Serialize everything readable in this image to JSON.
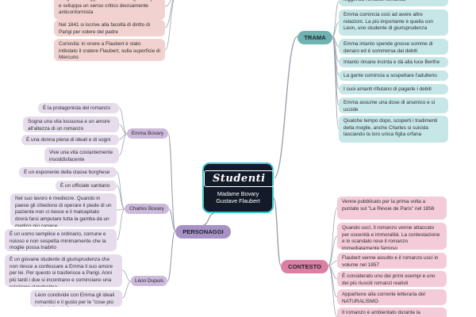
{
  "center": {
    "logo": "Studenti",
    "line1": "Madame Bovary",
    "line2": "Gustave Flaubert"
  },
  "author_notes": [
    "Da giovane legge Balzac, Montaigne e Byron e sviluppa un senso critico decisamente anticonformista",
    "Nel 1841 si iscrive alla facoltà di diritto di Parigi per volere del padre",
    "Curiosità: in onore a Flaubert è stato intitolato il cratere Flaubert, sulla superficie di Mercurio"
  ],
  "trama": {
    "label": "TRAMA",
    "notes": [
      "leggendo romanzi romantici",
      "Emma comincia così ad avere altre relazioni. La più importante è quella con Leon, uno studente di giurisprudenza",
      "Emma intanto spende grosse somme di denaro ed è sommersa dai debiti",
      "Intanto rimane incinta e dà alla luce Berthe",
      "La gente comincia a sospettare l'adulterio",
      "I suoi amanti rifiutano di pagarle i debiti",
      "Emma assume una dose di arsenico e si uccide",
      "Qualche tempo dopo, scoperti i tradimenti della moglie, anche Charles si suicida lasciando la loro unica figlia orfana"
    ]
  },
  "contesto": {
    "label": "CONTESTO",
    "notes": [
      "Venne pubblicato per la prima volta a puntate sul \"La Revue de Paris\" nel 1856",
      "Quando uscì, il romanzo venne attaccato per oscenità e immoralità. La contestazione e lo scandalo rese il romanzo immediatamente famoso",
      "Flaubert venne assolto e il romanzo uscì in volume nel 1857",
      "È considerato uno dei primi esempi e uno dei più riusciti romanzi realisti",
      "Appartiene alla corrente letteraria del NATURALISMO",
      "Il romanzo è ambientato durante la \"Monarchia di luglio\" periodo di ascesa"
    ]
  },
  "personaggi": {
    "label": "PERSONAGGI",
    "characters": [
      {
        "name": "Emma Bovary",
        "notes": [
          "È  la protagonista del romanzo",
          "Sogna una vita lussuosa e un amore all'altezza di un romanzo",
          "È una donna piena di ideali e di sogni",
          "Vive una vita costantemente insoddisfacente"
        ]
      },
      {
        "name": "Charles Bovary",
        "notes": [
          "È un esponente della classe borghese",
          "È un ufficiale sanitario",
          "Nel suo lavoro è mediocre. Quando in paese gli chiedono di operare il piede di un paziente non ci riesce e il malcapitato dovrà farsi amputare tutta la gamba da un medico più capace",
          "È un uomo semplice e ordinario, comune e noioso e non sospetta minimamente che la moglie possa tradirlo"
        ]
      },
      {
        "name": "Léon Dupuis",
        "notes": [
          "È un giovane studente di giurisprudenza che non riesce a confessare a Emma il suo amore per lei. Per questo si trasferisce a Parigi. Anni più tardi i due si incontrano e cominciano una relazione clandestina",
          "Léon condivide con Emma gli ideali romantici e il gusto per le \"cose più belle della vita\""
        ]
      }
    ]
  },
  "colors": {
    "link": "#9aa3ad",
    "trama": "#6fb3b0",
    "contesto": "#dd7fa3",
    "personaggi": "#a892c5",
    "center_border": "#3dc7cf"
  }
}
